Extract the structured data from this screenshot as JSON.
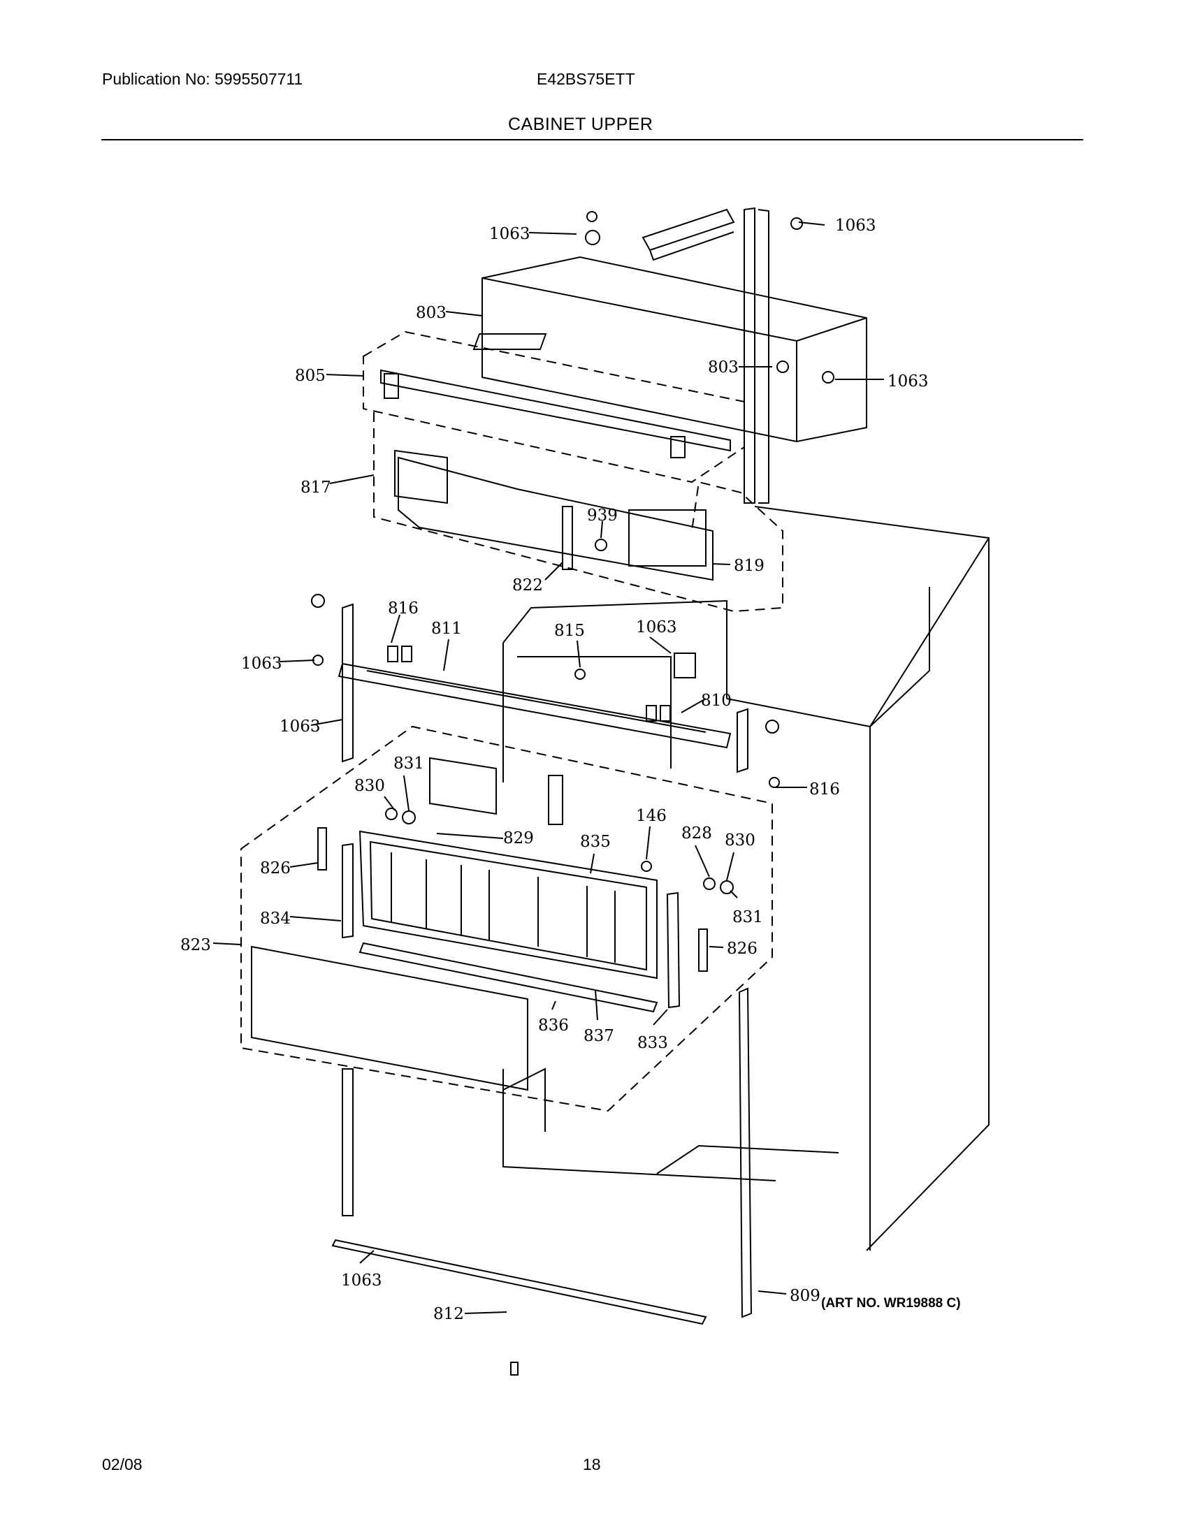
{
  "header": {
    "publication": "Publication No: 5995507711",
    "model": "E42BS75ETT",
    "title": "CABINET UPPER"
  },
  "art_number": "(ART NO. WR19888 C)",
  "footer": {
    "date": "02/08",
    "page": "18"
  },
  "callouts": [
    "1063",
    "1063",
    "803",
    "805",
    "803",
    "1063",
    "817",
    "939",
    "819",
    "822",
    "816",
    "811",
    "1063",
    "815",
    "1063",
    "816",
    "810",
    "1063",
    "831",
    "830",
    "829",
    "146",
    "835",
    "828",
    "830",
    "826",
    "834",
    "831",
    "823",
    "826",
    "836",
    "837",
    "833",
    "1063",
    "812",
    "809"
  ]
}
